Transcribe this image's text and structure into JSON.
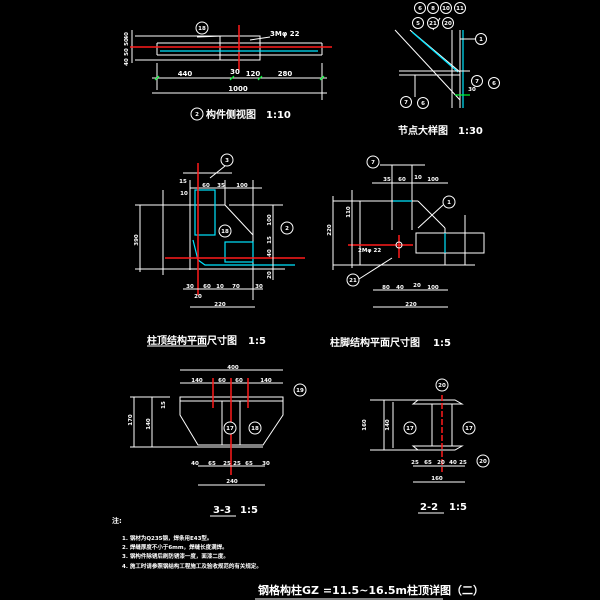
{
  "side_view": {
    "title": "构件侧视图",
    "scale": "1:10",
    "index": "2",
    "tag": "18",
    "weld_note": "3Mφ 22",
    "dims": [
      "440",
      "30",
      "120",
      "280",
      "1000"
    ],
    "left_dims": [
      "40",
      "50",
      "50",
      "40"
    ]
  },
  "node_detail": {
    "title": "节点大样图",
    "scale": "1:30",
    "tags_top": [
      "6",
      "8",
      "10",
      "11"
    ],
    "tags_second": [
      "5",
      "21",
      "20"
    ],
    "tag_right": "1",
    "tags_right_low": [
      "7",
      "6"
    ],
    "tags_bottom": [
      "7",
      "6"
    ],
    "dim": "30"
  },
  "top_plan": {
    "title": "柱顶结构平面尺寸图",
    "scale": "1:5",
    "tags": [
      "3",
      "18",
      "2"
    ],
    "top_dims": [
      "15",
      "10",
      "60",
      "35",
      "100"
    ],
    "bottom_dims": [
      "30",
      "60",
      "10",
      "70",
      "30"
    ],
    "bottom_small": "20",
    "total": "220",
    "left_total": "390",
    "right_dims": [
      "100",
      "15",
      "40",
      "20"
    ]
  },
  "base_plan": {
    "title": "柱脚结构平面尺寸图",
    "scale": "1:5",
    "tags": [
      "7",
      "1",
      "21"
    ],
    "top_dims": [
      "35",
      "60",
      "10",
      "100"
    ],
    "bottom_dims": [
      "80",
      "40",
      "20",
      "100"
    ],
    "total": "220",
    "left_total": "220",
    "left_dim": "110",
    "weld_note": "2Mφ 22"
  },
  "section_33": {
    "title": "3-3",
    "scale": "1:5",
    "top_total": "400",
    "top_dims": [
      "140",
      "60",
      "60",
      "140"
    ],
    "tags": [
      "19",
      "17",
      "18"
    ],
    "bottom_dims": [
      "40",
      "65",
      "25",
      "25",
      "65",
      "30"
    ],
    "bottom_total": "240",
    "left_dims": [
      "170",
      "140",
      "15"
    ]
  },
  "section_22": {
    "title": "2-2",
    "scale": "1:5",
    "tags": [
      "20",
      "17",
      "17",
      "20"
    ],
    "left_dims": [
      "160",
      "140"
    ],
    "bottom_dims": [
      "25",
      "65",
      "20",
      "40",
      "25"
    ],
    "bottom_total": "160"
  },
  "notes": {
    "heading": "注:",
    "items": [
      "1. 钢材为Q235钢，焊条用E43型。",
      "2. 焊缝厚度不小于6mm，焊缝长度满焊。",
      "3. 钢构件除锈后刷防锈漆一度，面漆二度。",
      "4. 施工时请参照钢结构工程施工及验收规范的有关规定。"
    ]
  },
  "drawing_title": "钢格构柱GZ  =11.5~16.5m柱顶详图（二）",
  "colors": {
    "background": "#000000",
    "line": "#ffffff",
    "center": "#ff1a1a",
    "plate": "#00e5ff",
    "tick": "#00ff33"
  }
}
